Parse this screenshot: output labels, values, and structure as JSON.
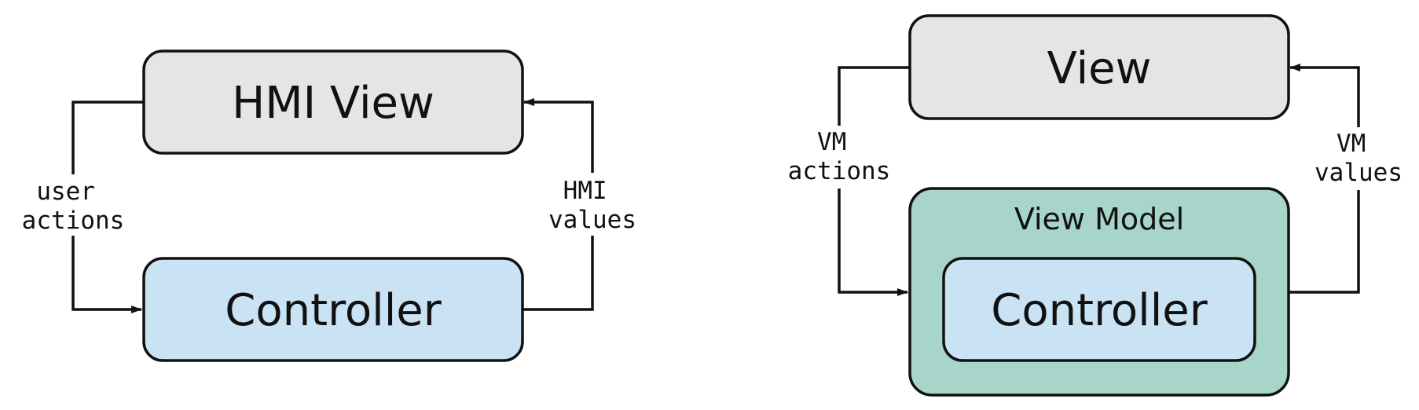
{
  "colors": {
    "view_fill": "#e5e5e5",
    "controller_fill": "#c9e2f4",
    "view_model_fill": "#a7d5c9",
    "stroke": "#111111"
  },
  "left_diagram": {
    "view_label": "HMI View",
    "controller_label": "Controller",
    "left_edge_label": [
      "user",
      "actions"
    ],
    "right_edge_label": [
      "HMI",
      "values"
    ]
  },
  "right_diagram": {
    "view_label": "View",
    "view_model_label": "View Model",
    "controller_label": "Controller",
    "left_edge_label": [
      "VM",
      "actions"
    ],
    "right_edge_label": [
      "VM",
      "values"
    ]
  }
}
